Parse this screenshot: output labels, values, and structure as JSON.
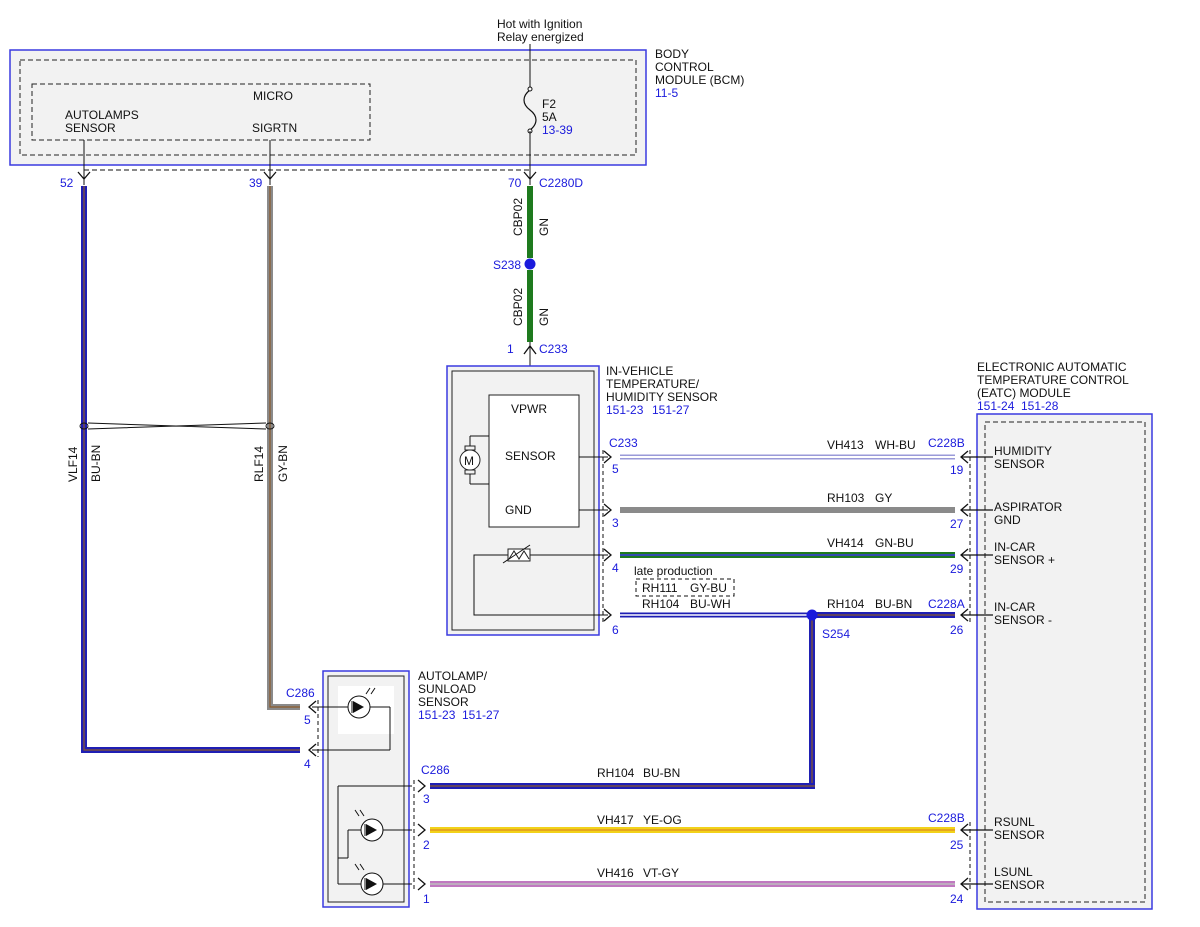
{
  "supply": {
    "line1": "Hot with Ignition",
    "line2": "Relay energized"
  },
  "bcm": {
    "title1": "BODY",
    "title2": "CONTROL",
    "title3": "MODULE (BCM)",
    "ref": "11-5",
    "micro": "MICRO",
    "autolamps1": "AUTOLAMPS",
    "autolamps2": "SENSOR",
    "sigrtn": "SIGRTN",
    "fuse_name": "F2",
    "fuse_rating": "5A",
    "fuse_ref": "13-39",
    "pin_52": "52",
    "pin_39": "39",
    "pin_70": "70",
    "connector": "C2280D"
  },
  "green_wire": {
    "circuit_upper": "CBP02",
    "color_upper": "GN",
    "splice": "S238",
    "circuit_lower": "CBP02",
    "color_lower": "GN",
    "pin": "1",
    "connector": "C233"
  },
  "ivts": {
    "title1": "IN-VEHICLE",
    "title2": "TEMPERATURE/",
    "title3": "HUMIDITY SENSOR",
    "ref1": "151-23",
    "ref2": "151-27",
    "vpwr": "VPWR",
    "sensor": "SENSOR",
    "gnd": "GND",
    "motor": "M",
    "connector": "C233",
    "pin5": "5",
    "pin3": "3",
    "pin4": "4",
    "pin6": "6"
  },
  "eatc": {
    "title1": "ELECTRONIC AUTOMATIC",
    "title2": "TEMPERATURE CONTROL",
    "title3": "(EATC) MODULE",
    "ref1": "151-24",
    "ref2": "151-28",
    "humidity1": "HUMIDITY",
    "humidity2": "SENSOR",
    "aspirator1": "ASPIRATOR",
    "aspirator2": "GND",
    "incarp1": "IN-CAR",
    "incarp2": "SENSOR +",
    "incarm1": "IN-CAR",
    "incarm2": "SENSOR -",
    "rsunl1": "RSUNL",
    "rsunl2": "SENSOR",
    "lsunl1": "LSUNL",
    "lsunl2": "SENSOR",
    "conn_top": "C228B",
    "conn_mid": "C228A",
    "conn_bottom": "C228B",
    "pin19": "19",
    "pin27": "27",
    "pin29": "29",
    "pin26": "26",
    "pin25": "25",
    "pin24": "24"
  },
  "wires": {
    "vh413": {
      "circuit": "VH413",
      "color": "WH-BU"
    },
    "rh103": {
      "circuit": "RH103",
      "color": "GY"
    },
    "vh414": {
      "circuit": "VH414",
      "color": "GN-BU"
    },
    "late": "late production",
    "rh111": {
      "circuit": "RH111",
      "color": "GY-BU"
    },
    "rh104a": {
      "circuit": "RH104",
      "color": "BU-WH"
    },
    "rh104b": {
      "circuit": "RH104",
      "color": "BU-BN"
    },
    "splice": "S254",
    "rh104c": {
      "circuit": "RH104",
      "color": "BU-BN"
    },
    "vh417": {
      "circuit": "VH417",
      "color": "YE-OG"
    },
    "vh416": {
      "circuit": "VH416",
      "color": "VT-GY"
    },
    "vlf14": {
      "circuit": "VLF14",
      "color": "BU-BN"
    },
    "rlf14": {
      "circuit": "RLF14",
      "color": "GY-BN"
    }
  },
  "autolamp": {
    "title1": "AUTOLAMP/",
    "title2": "SUNLOAD",
    "title3": "SENSOR",
    "ref1": "151-23",
    "ref2": "151-27",
    "conn_top": "C286",
    "pin5": "5",
    "pin4": "4",
    "conn_bottom": "C286",
    "pin3": "3",
    "pin2": "2",
    "pin1": "1"
  },
  "colors": {
    "blue_border": "#3a3ae0",
    "ref_blue": "#1a1adc",
    "wire_blue": "#1f1fb4",
    "wire_brown": "#8b5a2b",
    "wire_gray": "#8a8a8a",
    "wire_green": "#1e7a1e",
    "wire_yellow": "#f2d21a",
    "wire_violet": "#b060b0",
    "wire_white": "#ffffff"
  }
}
